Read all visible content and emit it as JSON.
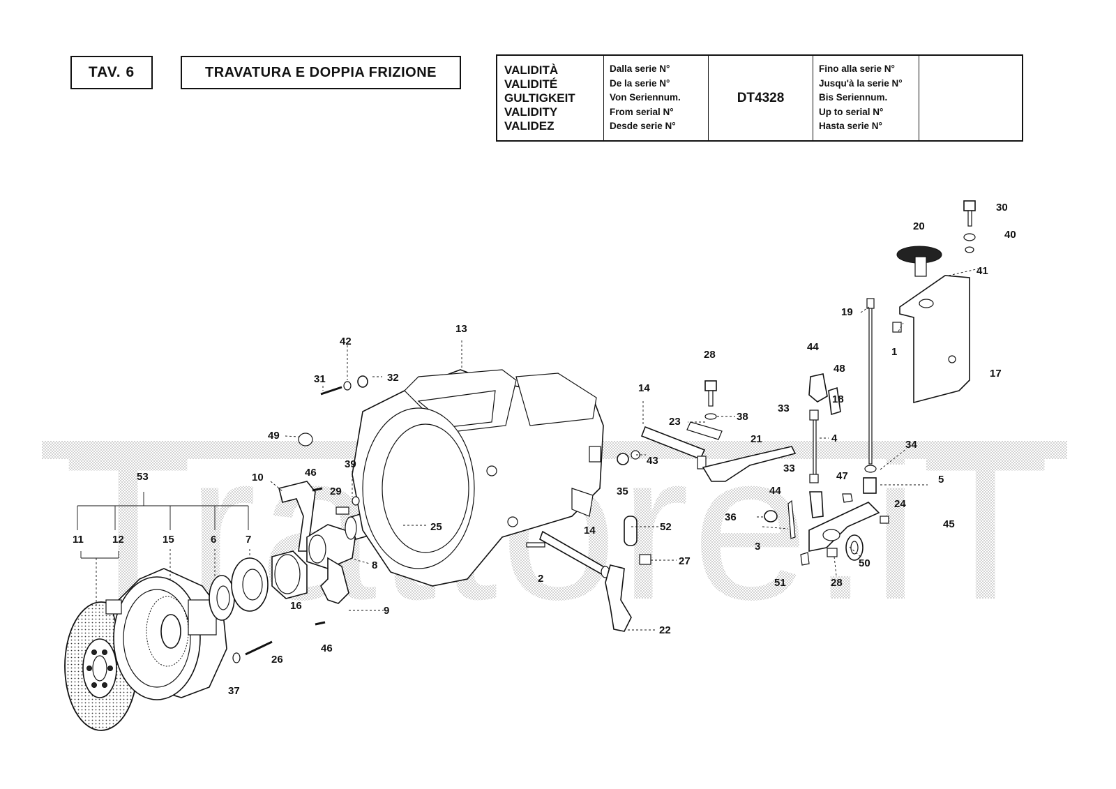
{
  "header": {
    "plate": "TAV. 6",
    "title": "TRAVATURA E DOPPIA FRIZIONE"
  },
  "validity": {
    "labels": [
      "VALIDITÀ",
      "VALIDITÉ",
      "GULTIGKEIT",
      "VALIDITY",
      "VALIDEZ"
    ],
    "from_labels": [
      "Dalla serie N°",
      "De la serie N°",
      "Von Seriennum.",
      "From serial N°",
      "Desde serie N°"
    ],
    "model": "DT4328",
    "to_labels": [
      "Fino alla serie N°",
      "Jusqu'à la serie N°",
      "Bis Seriennum.",
      "Up to serial N°",
      "Hasta serie N°"
    ],
    "to_value": ""
  },
  "watermark": "Trattore.iT",
  "callouts": {
    "p1": "1",
    "p2": "2",
    "p3": "3",
    "p4": "4",
    "p5": "5",
    "p6": "6",
    "p7": "7",
    "p8": "8",
    "p9": "9",
    "p10": "10",
    "p11": "11",
    "p12": "12",
    "p13": "13",
    "p14a": "14",
    "p14b": "14",
    "p15": "15",
    "p16": "16",
    "p17": "17",
    "p18": "18",
    "p19": "19",
    "p20": "20",
    "p21": "21",
    "p22": "22",
    "p23": "23",
    "p24": "24",
    "p25": "25",
    "p26": "26",
    "p27": "27",
    "p28a": "28",
    "p28b": "28",
    "p29": "29",
    "p30": "30",
    "p31": "31",
    "p32": "32",
    "p33a": "33",
    "p33b": "33",
    "p34": "34",
    "p35": "35",
    "p36": "36",
    "p37": "37",
    "p38": "38",
    "p39": "39",
    "p40": "40",
    "p41": "41",
    "p42": "42",
    "p43": "43",
    "p44a": "44",
    "p44b": "44",
    "p45": "45",
    "p46a": "46",
    "p46b": "46",
    "p47": "47",
    "p48": "48",
    "p49": "49",
    "p50": "50",
    "p51": "51",
    "p52": "52",
    "p53": "53"
  }
}
